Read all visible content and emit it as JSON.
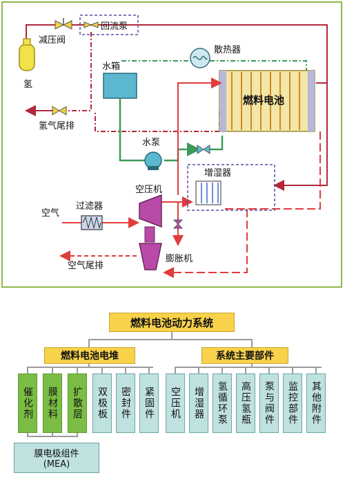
{
  "flow_labels": {
    "hydrogen": "氢",
    "pressure_reducing_valve": "减压阀",
    "return_pump": "回流泵",
    "radiator": "散热器",
    "water_tank": "水箱",
    "fuel_cell": "燃料电池",
    "hydrogen_exhaust": "氢气尾排",
    "water_pump": "水泵",
    "humidifier": "增湿器",
    "air_compressor": "空压机",
    "air": "空气",
    "filter": "过滤器",
    "air_exhaust": "空气尾排",
    "expander": "膨胀机"
  },
  "tree": {
    "root": "燃料电池动力系统",
    "left_branch": "燃料电池电堆",
    "right_branch": "系统主要部件",
    "left_green": [
      "催化剂",
      "膜材料",
      "扩散层"
    ],
    "left_teal": [
      "双极板",
      "密封件",
      "紧固件"
    ],
    "right_teal": [
      "空压机",
      "增湿器",
      "氢循环泵",
      "高压氢瓶",
      "泵与阀件",
      "监控部件",
      "其他附件"
    ],
    "mea": "膜电极组件",
    "mea_abbr": "(MEA)"
  },
  "colors": {
    "hydrogen_line": "#b0283a",
    "water_line": "#3a9a5a",
    "air_line": "#e03c3c",
    "yellow_box": "#f7d24a",
    "green_box": "#7bbd44",
    "teal_box": "#bfe1e0",
    "panel_border": "#8cb84a"
  }
}
